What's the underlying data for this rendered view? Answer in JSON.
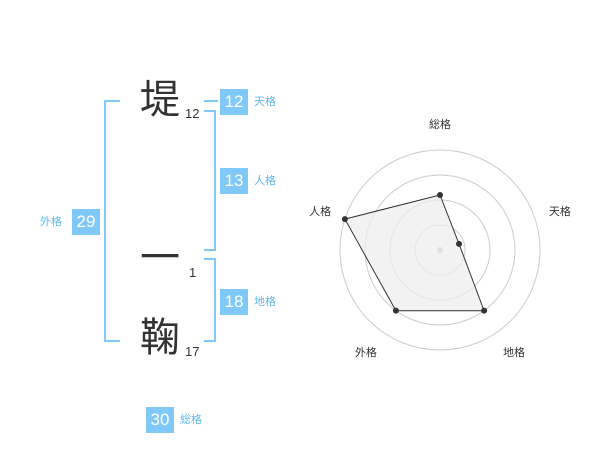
{
  "name": {
    "chars": [
      {
        "char": "堤",
        "strokes": "12"
      },
      {
        "char": "一",
        "strokes": "1"
      },
      {
        "char": "鞠",
        "strokes": "17"
      }
    ]
  },
  "fortune": {
    "tenkaku": {
      "value": "12",
      "label": "天格"
    },
    "jinkaku": {
      "value": "13",
      "label": "人格"
    },
    "chikaku": {
      "value": "18",
      "label": "地格"
    },
    "gaikaku": {
      "value": "29",
      "label": "外格"
    },
    "soukaku": {
      "value": "30",
      "label": "総格"
    }
  },
  "chart_data": {
    "type": "radar",
    "axes": [
      "総格",
      "天格",
      "地格",
      "外格",
      "人格"
    ],
    "values": [
      0.55,
      0.2,
      0.75,
      0.75,
      1.0
    ],
    "rings": 4,
    "colors": {
      "fill": "#eeeeee",
      "line": "#333333",
      "grid": "#cccccc",
      "center": "#bbbbbb"
    }
  },
  "colors": {
    "accent": "#7fc8f8",
    "label": "#5fb8ee",
    "text": "#333333"
  }
}
